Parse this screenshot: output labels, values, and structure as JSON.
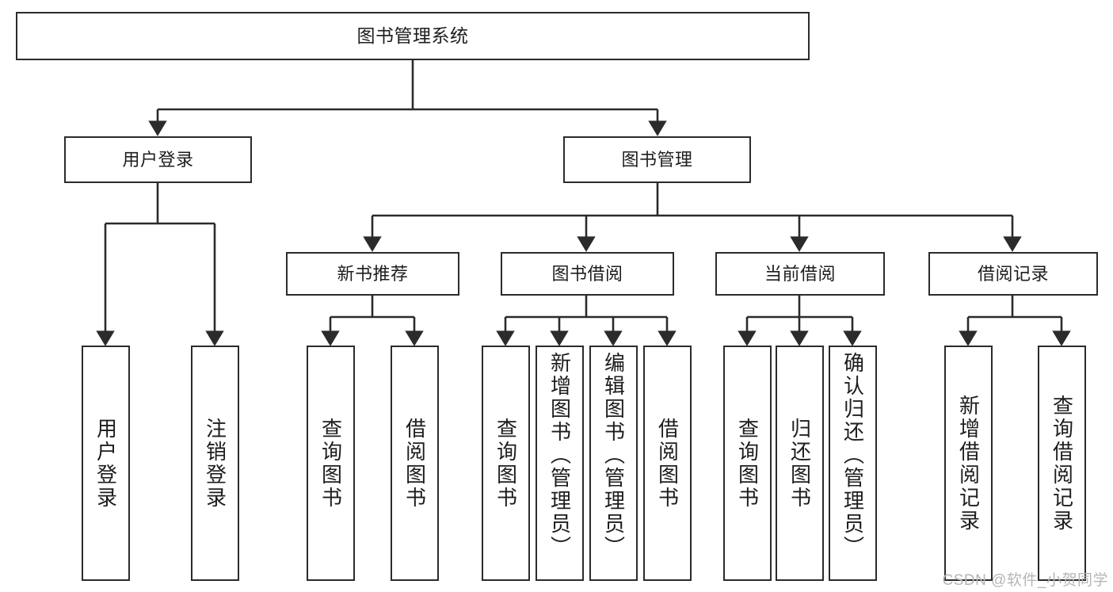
{
  "diagram": {
    "title": "图书管理系统",
    "watermark": "CSDN @软件_小贺同学",
    "colors": {
      "stroke": "#2b2b2b",
      "fill": "#ffffff",
      "text": "#1d1d1d",
      "watermark": "#b5b5b5"
    },
    "levels": {
      "root": {
        "label": "图书管理系统"
      },
      "level2": [
        {
          "label": "用户登录"
        },
        {
          "label": "图书管理"
        }
      ],
      "level3": [
        {
          "label": "新书推荐"
        },
        {
          "label": "图书借阅"
        },
        {
          "label": "当前借阅"
        },
        {
          "label": "借阅记录"
        }
      ],
      "leaves": {
        "user_login": [
          {
            "label": "用户登录"
          },
          {
            "label": "注销登录"
          }
        ],
        "new_book_recommend": [
          {
            "label": "查询图书"
          },
          {
            "label": "借阅图书"
          }
        ],
        "book_borrow": [
          {
            "label": "查询图书"
          },
          {
            "label": "新增图书（管理员）"
          },
          {
            "label": "编辑图书（管理员）"
          },
          {
            "label": "借阅图书"
          }
        ],
        "current_borrow": [
          {
            "label": "查询图书"
          },
          {
            "label": "归还图书"
          },
          {
            "label": "确认归还（管理员）"
          }
        ],
        "borrow_record": [
          {
            "label": "新增借阅记录"
          },
          {
            "label": "查询借阅记录"
          }
        ]
      }
    }
  }
}
